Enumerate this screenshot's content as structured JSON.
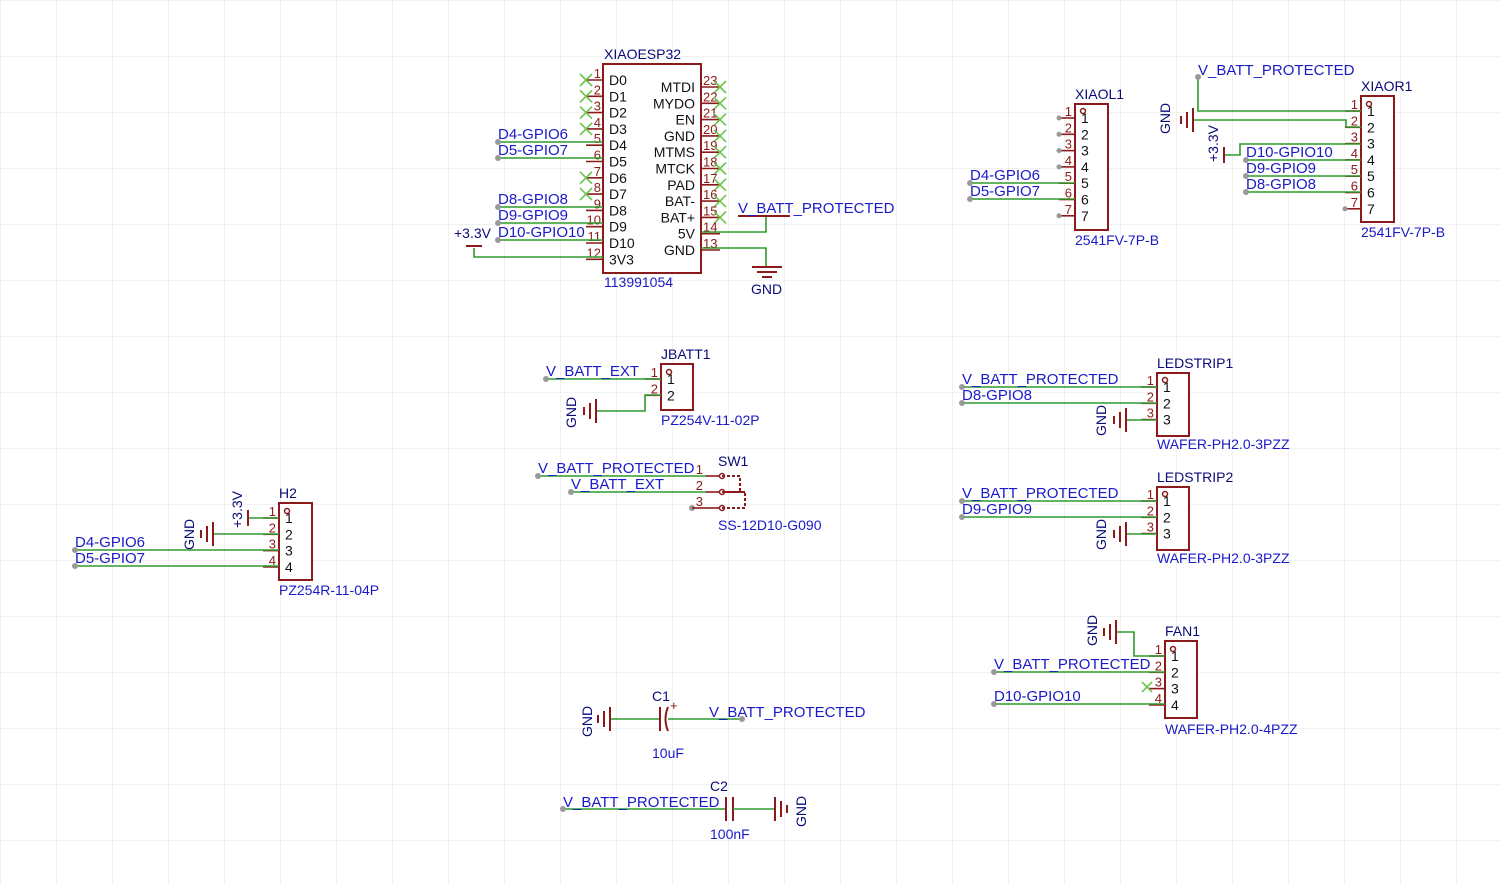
{
  "colors": {
    "background": "#ffffff",
    "grid": "#e3e3e3",
    "component_outline": "#8c1a1a",
    "wire": "#2e9a2e",
    "net_label": "#1a1ac8",
    "designator": "#0a0a78",
    "no_connect": "#6cc34a"
  },
  "xiaoesp32": {
    "ref": "XIAOESP32",
    "value": "113991054",
    "left_pins": [
      {
        "num": "1",
        "name": "D0"
      },
      {
        "num": "2",
        "name": "D1"
      },
      {
        "num": "3",
        "name": "D2"
      },
      {
        "num": "4",
        "name": "D3"
      },
      {
        "num": "5",
        "name": "D4"
      },
      {
        "num": "6",
        "name": "D5"
      },
      {
        "num": "7",
        "name": "D6"
      },
      {
        "num": "8",
        "name": "D7"
      },
      {
        "num": "9",
        "name": "D8"
      },
      {
        "num": "10",
        "name": "D9"
      },
      {
        "num": "11",
        "name": "D10"
      },
      {
        "num": "12",
        "name": "3V3"
      }
    ],
    "right_pins": [
      {
        "num": "23",
        "name": "MTDI"
      },
      {
        "num": "22",
        "name": "MYDO"
      },
      {
        "num": "21",
        "name": "EN"
      },
      {
        "num": "20",
        "name": "GND"
      },
      {
        "num": "19",
        "name": "MTMS"
      },
      {
        "num": "18",
        "name": "MTCK"
      },
      {
        "num": "17",
        "name": "PAD"
      },
      {
        "num": "16",
        "name": "BAT-"
      },
      {
        "num": "15",
        "name": "BAT+"
      },
      {
        "num": "14",
        "name": "5V"
      },
      {
        "num": "13",
        "name": "GND"
      }
    ],
    "nets": {
      "d4": "D4-GPIO6",
      "d5": "D5-GPIO7",
      "d8": "D8-GPIO8",
      "d9": "D9-GPIO9",
      "d10": "D10-GPIO10",
      "v5": "V_BATT_PROTECTED"
    },
    "power": {
      "v33": "+3.3V",
      "gnd": "GND"
    }
  },
  "xiaol1": {
    "ref": "XIAOL1",
    "value": "2541FV-7P-B",
    "pins": [
      "1",
      "2",
      "3",
      "4",
      "5",
      "6",
      "7"
    ],
    "nets": {
      "p5": "D4-GPIO6",
      "p6": "D5-GPIO7"
    }
  },
  "xiaor1": {
    "ref": "XIAOR1",
    "value": "2541FV-7P-B",
    "pins": [
      "1",
      "2",
      "3",
      "4",
      "5",
      "6",
      "7"
    ],
    "nets": {
      "p1": "V_BATT_PROTECTED",
      "p4": "D10-GPIO10",
      "p5": "D9-GPIO9",
      "p6": "D8-GPIO8"
    },
    "power": {
      "gnd": "GND",
      "v33": "+3.3V"
    }
  },
  "jbatt1": {
    "ref": "JBATT1",
    "value": "PZ254V-11-02P",
    "pins": [
      "1",
      "2"
    ],
    "nets": {
      "p1": "V_BATT_EXT"
    },
    "power": {
      "gnd": "GND"
    }
  },
  "sw1": {
    "ref": "SW1",
    "value": "SS-12D10-G090",
    "pins": [
      "1",
      "2",
      "3"
    ],
    "nets": {
      "p1": "V_BATT_PROTECTED",
      "p2": "V_BATT_EXT"
    }
  },
  "h2": {
    "ref": "H2",
    "value": "PZ254R-11-04P",
    "pins": [
      "1",
      "2",
      "3",
      "4"
    ],
    "nets": {
      "p3": "D4-GPIO6",
      "p4": "D5-GPIO7"
    },
    "power": {
      "v33": "+3.3V",
      "gnd": "GND"
    }
  },
  "ledstrip1": {
    "ref": "LEDSTRIP1",
    "value": "WAFER-PH2.0-3PZZ",
    "pins": [
      "1",
      "2",
      "3"
    ],
    "nets": {
      "p1": "V_BATT_PROTECTED",
      "p2": "D8-GPIO8"
    },
    "power": {
      "gnd": "GND"
    }
  },
  "ledstrip2": {
    "ref": "LEDSTRIP2",
    "value": "WAFER-PH2.0-3PZZ",
    "pins": [
      "1",
      "2",
      "3"
    ],
    "nets": {
      "p1": "V_BATT_PROTECTED",
      "p2": "D9-GPIO9"
    },
    "power": {
      "gnd": "GND"
    }
  },
  "fan1": {
    "ref": "FAN1",
    "value": "WAFER-PH2.0-4PZZ",
    "pins": [
      "1",
      "2",
      "3",
      "4"
    ],
    "nets": {
      "p2": "V_BATT_PROTECTED",
      "p4": "D10-GPIO10"
    },
    "power": {
      "gnd": "GND"
    }
  },
  "c1": {
    "ref": "C1",
    "value": "10uF",
    "nets": {
      "pos": "V_BATT_PROTECTED"
    },
    "power": {
      "gnd": "GND"
    }
  },
  "c2": {
    "ref": "C2",
    "value": "100nF",
    "nets": {
      "p1": "V_BATT_PROTECTED"
    },
    "power": {
      "gnd": "GND"
    }
  }
}
